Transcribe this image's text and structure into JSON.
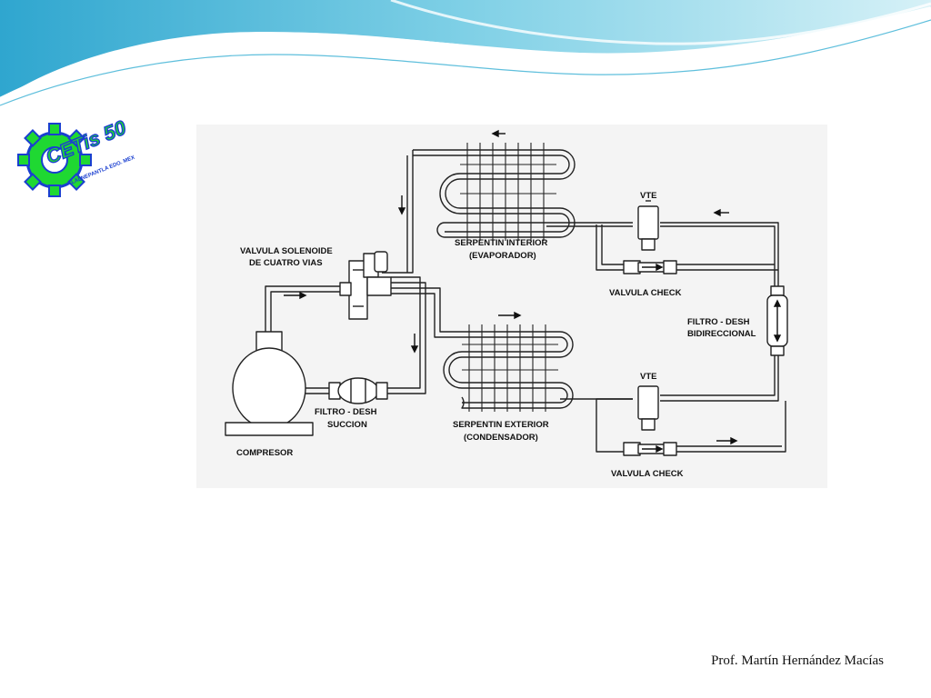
{
  "slide": {
    "author": "Prof. Martín Hernández Macías",
    "colors": {
      "wave_dark": "#2fa6cf",
      "wave_light": "#aee3ef",
      "logo_green": "#1fd832",
      "logo_blue": "#1a3fd0"
    }
  },
  "logo": {
    "brand": "CETis 50",
    "subtitle": "TLALNEPANTLA EDO. MEX"
  },
  "diagram": {
    "labels": {
      "solenoid_1": "VALVULA SOLENOIDE",
      "solenoid_2": "DE CUATRO VIAS",
      "evap_1": "SERPENTIN INTERIOR",
      "evap_2": "(EVAPORADOR)",
      "cond_1": "SERPENTIN EXTERIOR",
      "cond_2": "(CONDENSADOR)",
      "vte_top": "VTE",
      "vte_bottom": "VTE",
      "check_top": "VALVULA CHECK",
      "check_bottom": "VALVULA CHECK",
      "bidir_1": "FILTRO - DESH",
      "bidir_2": "BIDIRECCIONAL",
      "suction_1": "FILTRO - DESH",
      "suction_2": "SUCCION",
      "compressor": "COMPRESOR"
    }
  }
}
